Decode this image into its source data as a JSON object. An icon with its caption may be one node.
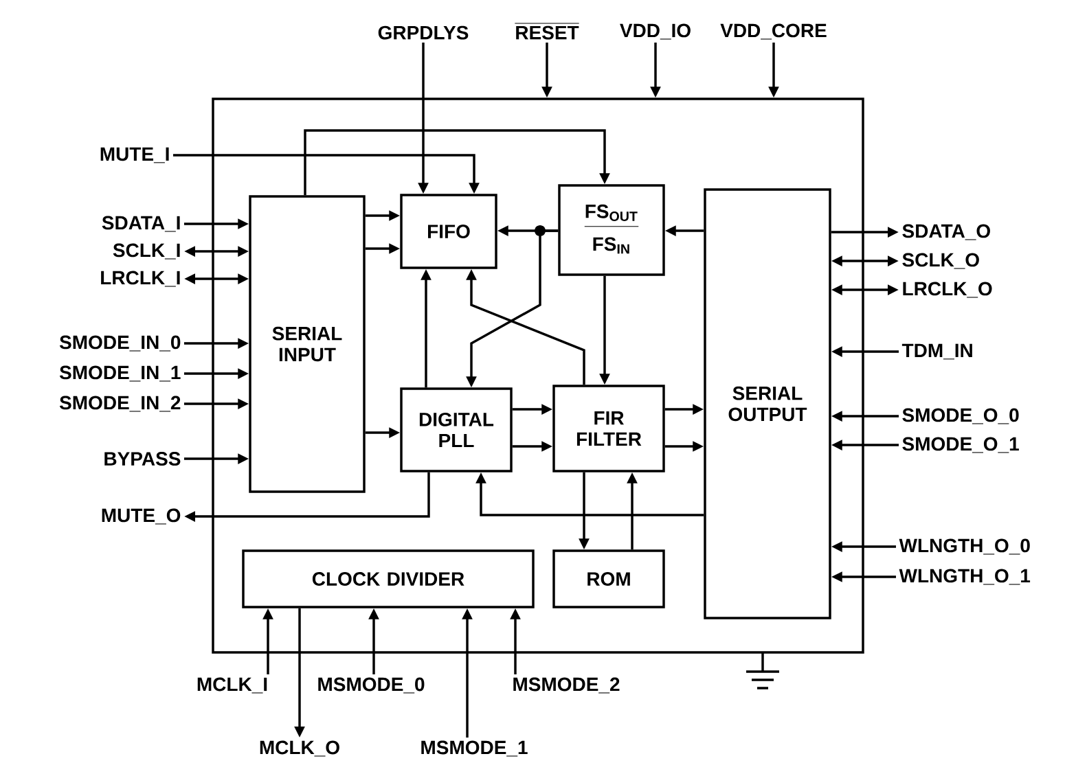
{
  "diagram": {
    "nodes": [
      {
        "text": [],
        "shape": "box"
      },
      {
        "text": [
          "SERIAL INPUT"
        ],
        "in": 0
      },
      {
        "text": [
          "FIFO"
        ],
        "in": 0
      },
      {
        "text": [
          "FS$_{OUT}$",
          "FS$_{IN}$"
        ],
        "in": 0
      },
      {
        "text": [
          "SERIAL OUTPUT"
        ],
        "in": 0
      },
      {
        "text": [
          "DIGITAL PLL"
        ],
        "in": 0
      },
      {
        "text": [
          "FIR FILTER"
        ],
        "in": 0
      },
      {
        "text": [
          "ROM"
        ],
        "in": 0
      },
      {
        "text": [
          "CLOCK DIVIDER"
        ],
        "in": 0
      },
      {
        "text": [
          "GRPDLYS"
        ]
      },
      {
        "text": [
          "RESET"
        ]
      },
      {
        "text": [
          "VDD_IO"
        ]
      },
      {
        "text": [
          "VDD_CORE"
        ]
      },
      {
        "text": [
          "MUTE_I"
        ]
      },
      {
        "text": [
          "SDATA_I"
        ]
      },
      {
        "text": [
          "SCLK_I"
        ]
      },
      {
        "text": [
          "LRCLK_I"
        ]
      },
      {
        "text": [
          "SMODE_IN_0"
        ]
      },
      {
        "text": [
          "SMODE_IN_1"
        ]
      },
      {
        "text": [
          "SMODE_IN_2"
        ]
      },
      {
        "text": [
          "BYPASS"
        ]
      },
      {
        "text": [
          "MUTE_O"
        ]
      },
      {
        "text": [
          "SDATA_O"
        ]
      },
      {
        "text": [
          "SCLK_O"
        ]
      },
      {
        "text": [
          "LRCLK_O"
        ]
      },
      {
        "text": [
          "TDM_IN"
        ]
      },
      {
        "text": [
          "SMODE_O_0"
        ]
      },
      {
        "text": [
          "SMODE_O_1"
        ]
      },
      {
        "text": [
          "WLNGTH_O_0"
        ]
      },
      {
        "text": [
          "WLNGTH_O_1"
        ]
      },
      {
        "text": [
          "MCLK_I"
        ]
      },
      {
        "text": [
          "MCLK_O"
        ]
      },
      {
        "text": [
          "MSMODE_0"
        ]
      },
      {
        "text": [
          "MSMODE_1"
        ]
      },
      {
        "text": [
          "MSMODE_2"
        ]
      }
    ],
    "edges": [
      {
        "from": 9,
        "to": 2,
        "arrow": "to"
      },
      {
        "from": 10,
        "to": 0,
        "arrow": "to"
      },
      {
        "from": 11,
        "to": 0,
        "arrow": "to"
      },
      {
        "from": 12,
        "to": 0,
        "arrow": "to"
      },
      {
        "from": 13,
        "to": 2,
        "arrow": "to"
      },
      {
        "from": 1,
        "to": 3,
        "arrow": "to"
      },
      {
        "from": 14,
        "to": 1,
        "arrow": "to"
      },
      {
        "from": 15,
        "to": 1,
        "arrow": "both"
      },
      {
        "from": 16,
        "to": 1,
        "arrow": "both"
      },
      {
        "from": 17,
        "to": 1,
        "arrow": "to"
      },
      {
        "from": 18,
        "to": 1,
        "arrow": "to"
      },
      {
        "from": 19,
        "to": 1,
        "arrow": "to"
      },
      {
        "from": 20,
        "to": 1,
        "arrow": "to"
      },
      {
        "from": 1,
        "to": 2,
        "arrow": "to"
      },
      {
        "from": 1,
        "to": 2,
        "arrow": "to"
      },
      {
        "from": 1,
        "to": 5,
        "arrow": "to"
      },
      {
        "from": 3,
        "to": 2,
        "arrow": "to"
      },
      {
        "from": 3,
        "to": 5,
        "arrow": "to"
      },
      {
        "from": 6,
        "to": 2,
        "arrow": "to"
      },
      {
        "from": 5,
        "to": 2,
        "arrow": "to"
      },
      {
        "from": 4,
        "to": 3,
        "arrow": "to"
      },
      {
        "from": 3,
        "to": 6,
        "arrow": "to"
      },
      {
        "from": 5,
        "to": 6,
        "arrow": "to"
      },
      {
        "from": 5,
        "to": 6,
        "arrow": "to"
      },
      {
        "from": 6,
        "to": 4,
        "arrow": "to"
      },
      {
        "from": 6,
        "to": 4,
        "arrow": "to"
      },
      {
        "from": 6,
        "to": 7,
        "arrow": "to"
      },
      {
        "from": 7,
        "to": 6,
        "arrow": "to"
      },
      {
        "from": 4,
        "to": 5,
        "arrow": "to"
      },
      {
        "from": 5,
        "to": 21,
        "arrow": "to"
      },
      {
        "from": 4,
        "to": 22,
        "arrow": "to"
      },
      {
        "from": 4,
        "to": 23,
        "arrow": "both"
      },
      {
        "from": 4,
        "to": 24,
        "arrow": "both"
      },
      {
        "from": 25,
        "to": 4,
        "arrow": "to"
      },
      {
        "from": 26,
        "to": 4,
        "arrow": "to"
      },
      {
        "from": 27,
        "to": 4,
        "arrow": "to"
      },
      {
        "from": 28,
        "to": 4,
        "arrow": "to"
      },
      {
        "from": 29,
        "to": 4,
        "arrow": "to"
      },
      {
        "from": 30,
        "to": 8,
        "arrow": "to"
      },
      {
        "from": 8,
        "to": 31,
        "arrow": "to"
      },
      {
        "from": 32,
        "to": 8,
        "arrow": "to"
      },
      {
        "from": 33,
        "to": 8,
        "arrow": "to"
      },
      {
        "from": 34,
        "to": 8,
        "arrow": "to"
      }
    ]
  }
}
